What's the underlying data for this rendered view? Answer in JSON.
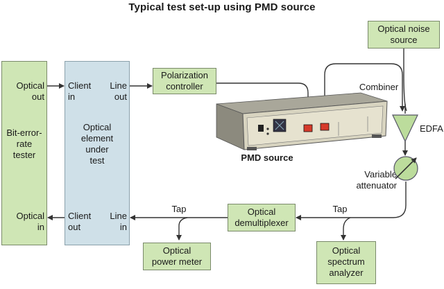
{
  "title": "Typical test set-up using PMD source",
  "ber_tester": {
    "optical_out": "Optical\nout",
    "name": "Bit-error-\nrate\ntester",
    "optical_in": "Optical\nin"
  },
  "dut": {
    "client_in": "Client\nin",
    "line_out": "Line\nout",
    "name": "Optical\nelement\nunder\ntest",
    "client_out": "Client\nout",
    "line_in": "Line\nin"
  },
  "polarization_controller": "Polarization\ncontroller",
  "optical_noise_source": "Optical noise\nsource",
  "combiner": "Combiner",
  "edfa": "EDFA",
  "variable_attenuator": "Variable\nattenuator",
  "pmd_source": "PMD source",
  "tap_left": "Tap",
  "tap_right": "Tap",
  "demux": "Optical\ndemultiplexer",
  "power_meter": "Optical\npower meter",
  "spectrum_analyzer": "Optical\nspectrum\nanalyzer",
  "colors": {
    "box_green": "#cfe6b5",
    "box_blue": "#cfe0e8",
    "line": "#333333",
    "device_face": "#d8d4c0",
    "connector_red": "#d63a2a"
  }
}
